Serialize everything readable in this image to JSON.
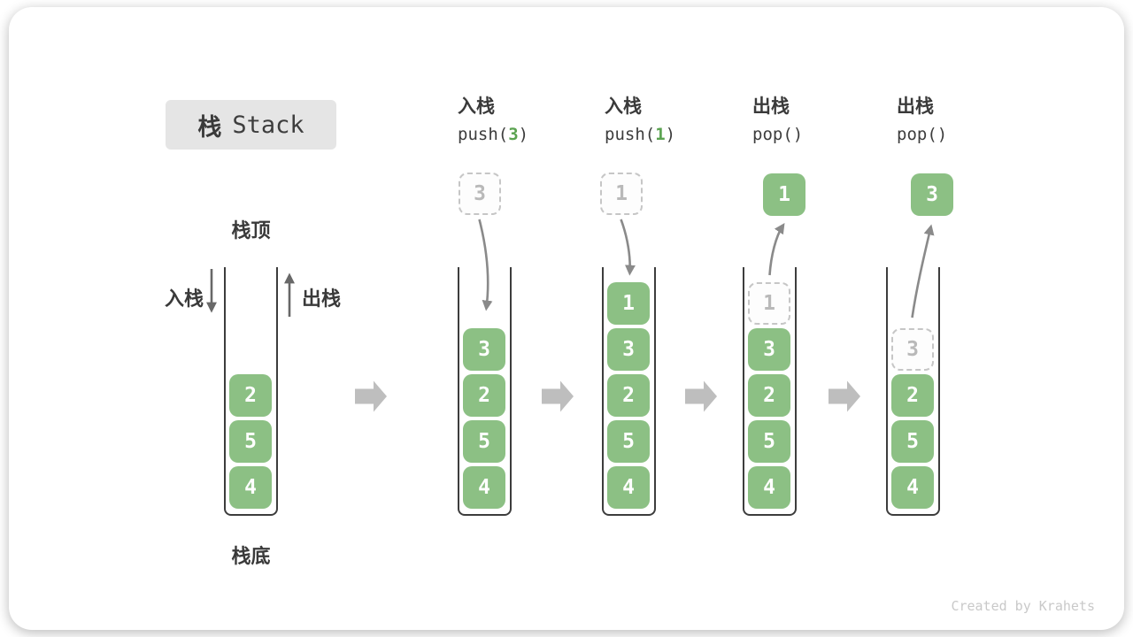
{
  "title": {
    "zh": "栈",
    "en": "Stack"
  },
  "annotations": {
    "stack_top": "栈顶",
    "stack_bottom": "栈底",
    "push_arrow_label": "入栈",
    "pop_arrow_label": "出栈"
  },
  "operations": [
    {
      "label": "入栈",
      "code_pre": "push(",
      "code_arg": "3",
      "code_post": ")"
    },
    {
      "label": "入栈",
      "code_pre": "push(",
      "code_arg": "1",
      "code_post": ")"
    },
    {
      "label": "出栈",
      "code_pre": "pop(",
      "code_arg": "",
      "code_post": ")"
    },
    {
      "label": "出栈",
      "code_pre": "pop(",
      "code_arg": "",
      "code_post": ")"
    }
  ],
  "stacks": [
    {
      "cells": [
        "2",
        "5",
        "4"
      ]
    },
    {
      "floating": "3",
      "cells": [
        "3",
        "2",
        "5",
        "4"
      ]
    },
    {
      "floating": "1",
      "cells": [
        "1",
        "3",
        "2",
        "5",
        "4"
      ]
    },
    {
      "floating": "1",
      "ghost": "1",
      "cells": [
        "3",
        "2",
        "5",
        "4"
      ]
    },
    {
      "floating": "3",
      "ghost": "3",
      "cells": [
        "2",
        "5",
        "4"
      ]
    }
  ],
  "watermark": "Created by Krahets",
  "colors": {
    "cell_green": "#8cc084",
    "code_arg_green": "#5ba351",
    "curve_arrow_gray": "#8a8a8a",
    "direction_arrow_gray": "#686868",
    "flow_arrow_gray": "#bebebe",
    "ghost_gray": "#c6c6c6",
    "title_box_bg": "#e5e5e5",
    "text_dark": "#3a3a3a",
    "watermark_gray": "#c9c9c9"
  }
}
